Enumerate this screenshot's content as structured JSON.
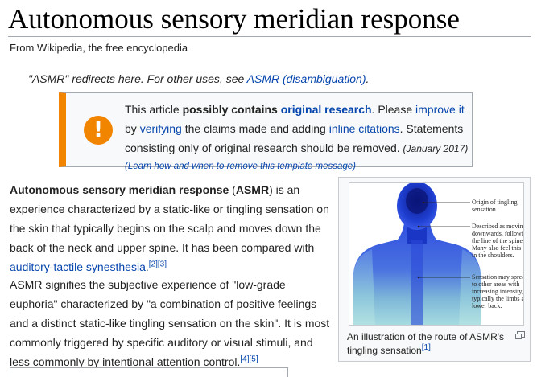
{
  "article": {
    "title": "Autonomous sensory meridian response",
    "tagline": "From Wikipedia, the free encyclopedia"
  },
  "hatnote": {
    "prefix": "\"ASMR\" redirects here. For other uses, see ",
    "link": "ASMR (disambiguation)",
    "suffix": "."
  },
  "notice": {
    "t1": "This article ",
    "t2": "possibly contains ",
    "link_research": "original research",
    "t3": ". Please ",
    "link_improve": "improve it",
    "t4": " by ",
    "link_verifying": "verifying",
    "t5": " the claims made and adding ",
    "link_inline": "inline citations",
    "t6": ". Statements consisting only of original research should be removed. ",
    "date": "(January 2017)",
    "learn": "(Learn how and when to remove this template message)",
    "icon": "exclamation-icon",
    "icon_glyph": "!",
    "accent_color": "#f28500"
  },
  "paragraph1": {
    "bold1": "Autonomous sensory meridian response",
    "t1": " (",
    "bold2": "ASMR",
    "t2": ") is an experience characterized by a static-like or tingling sensation on the skin that typically begins on the scalp and moves down the back of the neck and upper spine. It has been compared with ",
    "link": "auditory-tactile synesthesia",
    "t3": ".",
    "ref1": "[2]",
    "ref2": "[3]"
  },
  "paragraph2": {
    "t1": "ASMR signifies the subjective experience of \"low-grade euphoria\" characterized by \"a combination of positive feelings and a distinct static-like tingling sensation on the skin\". It is most commonly triggered by specific auditory or visual stimuli, and less commonly by intentional attention control.",
    "ref1": "[4]",
    "ref2": "[5]"
  },
  "figure": {
    "label1_line1": "Origin of tingling",
    "label1_line2": "sensation.",
    "label2_lines": [
      "Described as moving",
      "downwards, following",
      "the line of the spine.",
      "Many also feel this",
      "in the shoulders."
    ],
    "label3_lines": [
      "Sensation may spread",
      "to other areas with",
      "increasing intensity,",
      "typically the limbs and",
      "lower back."
    ],
    "caption": "An illustration of the route of ASMR's tingling sensation",
    "caption_ref": "[1]",
    "link_color": "#0645ad"
  }
}
